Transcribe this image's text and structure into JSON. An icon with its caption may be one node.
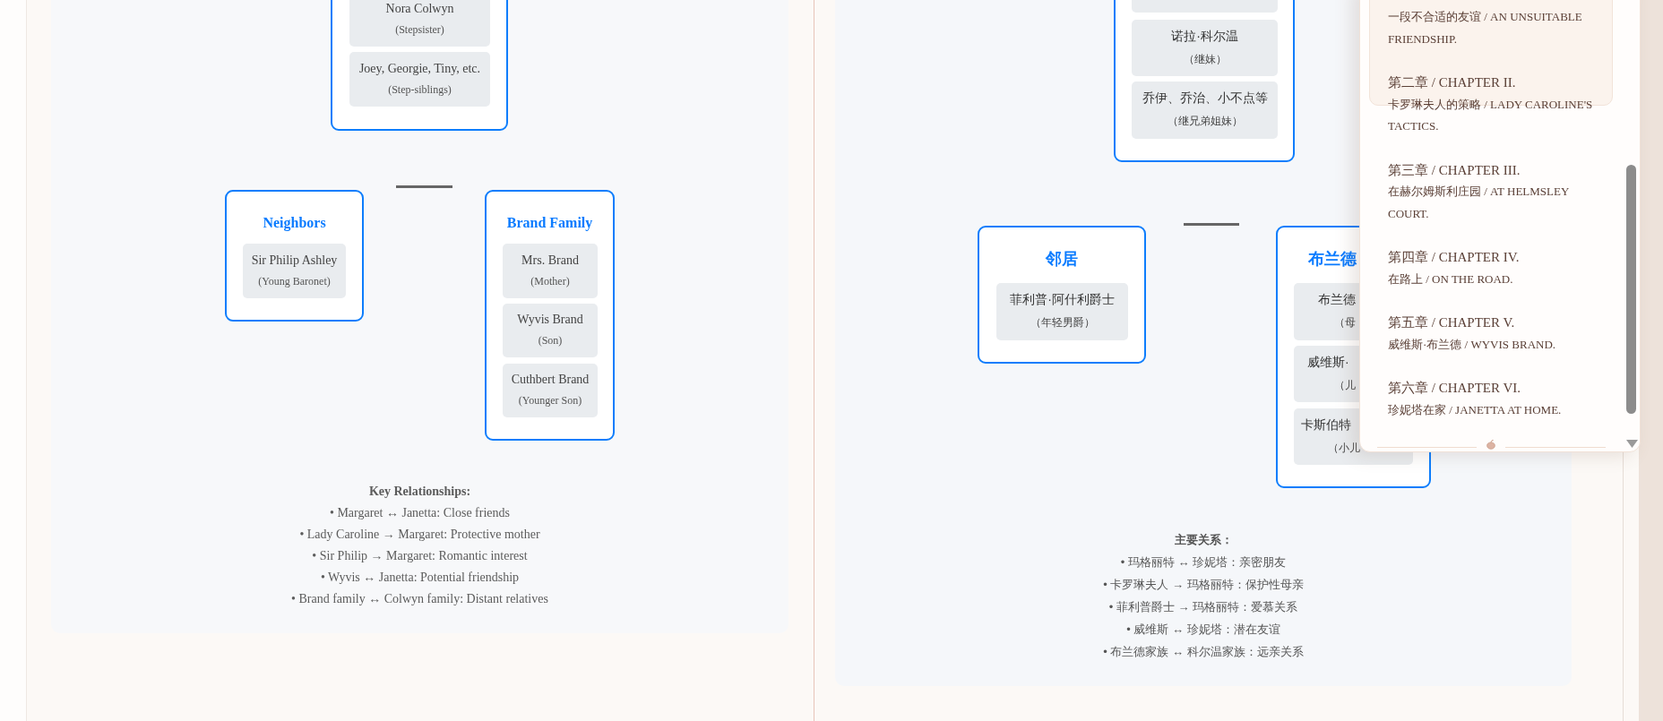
{
  "diagram": {
    "nodes": [
      {
        "text": [
          "Key Relationships:",
          "• Margaret ↔ Janetta: Close friends",
          "• Lady Caroline → Margaret: Protective mother",
          "• Sir Philip → Margaret: Romantic interest",
          "• Wyvis ↔ Janetta: Potential friendship",
          "• Brand family ↔ Colwyn family: Distant relatives"
        ]
      },
      {
        "text": [],
        "shape": "box",
        "in": 0
      },
      {
        "text": [
          "Nora Colwyn",
          "(Stepsister)"
        ],
        "in": 1
      },
      {
        "text": [
          "Joey, Georgie, Tiny, etc.",
          "(Step-siblings)"
        ],
        "in": 1
      },
      {
        "text": [
          "Neighbors"
        ],
        "in": 0
      },
      {
        "text": [
          "Sir Philip Ashley",
          "(Young Baronet)"
        ],
        "in": 4
      },
      {
        "text": [
          "Brand Family"
        ],
        "in": 0
      },
      {
        "text": [
          "Mrs. Brand",
          "(Mother)"
        ],
        "in": 6
      },
      {
        "text": [
          "Wyvis Brand",
          "(Son)"
        ],
        "in": 6
      },
      {
        "text": [
          "Cuthbert Brand",
          "(Younger Son)"
        ],
        "in": 6
      },
      {
        "text": [
          "主要关系：",
          "• 玛格丽特 ↔ 珍妮塔：亲密朋友",
          "• 卡罗琳夫人 → 玛格丽特：保护性母亲",
          "• 菲利普爵士 → 玛格丽特：爱慕关系",
          "• 威维斯 ↔ 珍妮塔：潜在友谊",
          "• 布兰德家族 ↔ 科尔温家族：远亲关系"
        ]
      },
      {
        "text": [],
        "shape": "box",
        "in": 10
      },
      {
        "text": [],
        "shape": "box",
        "in": 11
      },
      {
        "text": [
          "诺拉·科尔温",
          "（继妹）"
        ],
        "in": 11
      },
      {
        "text": [
          "乔伊、乔治、小不点等",
          "（继兄弟姐妹）"
        ],
        "in": 11
      },
      {
        "text": [
          "邻居"
        ],
        "in": 10
      },
      {
        "text": [
          "菲利普·阿什利爵士",
          "（年轻男爵）"
        ],
        "in": 15
      },
      {
        "text": [
          "布兰德"
        ],
        "in": 10
      },
      {
        "text": [
          "布兰德",
          "（母"
        ],
        "in": 17
      },
      {
        "text": [
          "威维斯·",
          "（儿"
        ],
        "in": 17
      },
      {
        "text": [
          "卡斯伯特",
          "（小儿"
        ],
        "in": 17
      },
      {
        "text": [
          "一段不合适的友谊 / AN UNSUITABLE FRIENDSHIP.",
          "第二章 / CHAPTER II.",
          "卡罗琳夫人的策略 / LADY CAROLINE'S TACTICS.",
          "第三章 / CHAPTER III.",
          "在赫尔姆斯利庄园 / AT HELMSLEY COURT.",
          "第四章 / CHAPTER IV.",
          "在路上 / ON THE ROAD.",
          "第五章 / CHAPTER V.",
          "威维斯·布兰德 / WYVIS BRAND.",
          "第六章 / CHAPTER VI.",
          "珍妮塔在家 / JANETTA AT HOME."
        ]
      }
    ]
  }
}
